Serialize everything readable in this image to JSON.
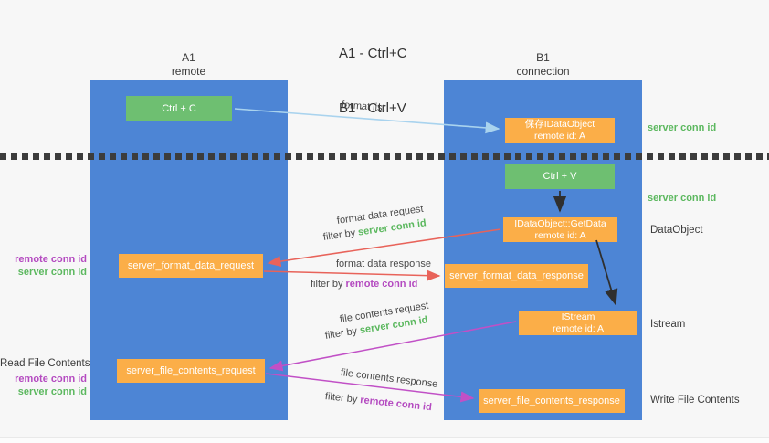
{
  "title": {
    "line1": "A1 - Ctrl+C",
    "line2": "B1 - Ctrl+V"
  },
  "columns": {
    "a1": {
      "name": "A1",
      "subtitle": "remote"
    },
    "b1": {
      "name": "B1",
      "subtitle": "connection"
    }
  },
  "nodes": {
    "ctrl_c": "Ctrl + C",
    "ctrl_v": "Ctrl + V",
    "save_dataobject": {
      "line1": "保存IDataObject",
      "line2": "remote id: A"
    },
    "getdata": {
      "line1": "IDataObject::GetData",
      "line2": "remote id: A"
    },
    "istream": {
      "line1": "IStream",
      "line2": "remote id: A"
    },
    "server_format_data_request": "server_format_data_request",
    "server_format_data_response": "server_format_data_response",
    "server_file_contents_request": "server_file_contents_request",
    "server_file_contents_response": "server_file_contents_response"
  },
  "arrow_labels": {
    "format_list": "format list",
    "format_data_request": "format data request",
    "format_data_response": "format data response",
    "file_contents_request": "file contents request",
    "file_contents_response": "file contents response",
    "filter_by": "filter by ",
    "server_conn_id": "server conn id",
    "remote_conn_id": "remote conn id"
  },
  "annotations": {
    "server_conn_id_top": "server conn id",
    "server_conn_id_mid": "server conn id",
    "dataobject": "DataObject",
    "istream": "Istream",
    "write_file_contents": "Write File Contents",
    "read_file_contents": "Read File Contents",
    "remote_conn_id_left_1": "remote conn id",
    "server_conn_id_left_1": "server conn id",
    "remote_conn_id_left_2": "remote conn id",
    "server_conn_id_left_2": "server conn id"
  },
  "colors": {
    "column_blue": "#4d85d5",
    "node_green": "#6ebf71",
    "node_orange": "#fbae48",
    "arrow_blue": "#a9d3ee",
    "arrow_red": "#e8635a",
    "arrow_magenta": "#c150c6",
    "arrow_black": "#2f2f2f",
    "label_green": "#5cb85f",
    "label_purple": "#b44ac0"
  }
}
